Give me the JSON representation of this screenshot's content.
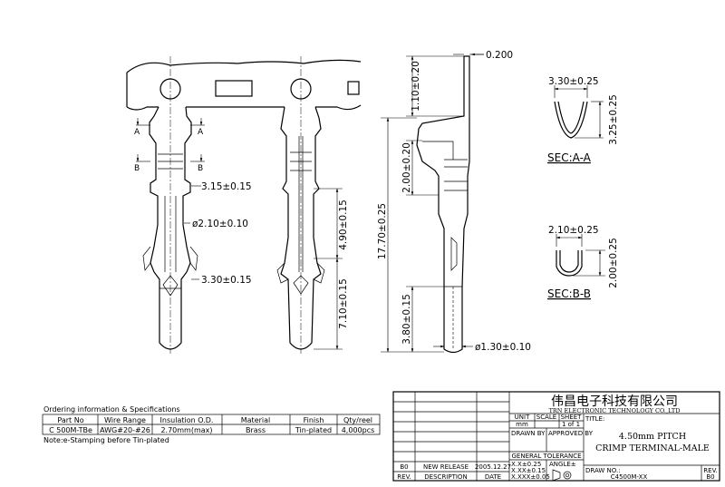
{
  "dimensions": {
    "d_015": "3.15±0.15",
    "d_210": "ø2.10±0.10",
    "d_330": "3.30±0.15",
    "d_490": "4.90±0.15",
    "d_710": "7.10±0.15",
    "d_1770": "17.70±0.25",
    "d_110": "1.10±0.20",
    "d_200": "2.00±0.20",
    "d_380": "3.80±0.15",
    "d_130": "ø1.30±0.10",
    "d_0200": "0.200",
    "sec_aa_w": "3.30±0.25",
    "sec_aa_h": "3.25±0.25",
    "sec_bb_w": "2.10±0.25",
    "sec_bb_h": "2.00±0.25"
  },
  "section_marks": {
    "a": "A",
    "b": "B"
  },
  "sections": {
    "aa": "SEC:A-A",
    "bb": "SEC:B-B"
  },
  "ordering": {
    "title": "Ordering information & Specifications",
    "headers": [
      "Part No",
      "Wire Range",
      "Insulation O.D.",
      "Material",
      "Finish",
      "Qty/reel"
    ],
    "row": [
      "C 500M-TBe",
      "AWG#20-#26",
      "2.70mm(max)",
      "Brass",
      "Tin-plated",
      "4,000pcs"
    ],
    "note": "Note:e-Stamping before Tin-plated"
  },
  "title_block": {
    "company_cn": "伟昌电子科技有限公司",
    "company_en": "TRN ELECTRONIC TECHNOLOGY CO.,LTD",
    "unit": "UNIT",
    "scale": "SCALE",
    "sheet": "SHEET",
    "unit_val": "mm",
    "sheet_val": "1 of 1",
    "title_label": "TITLE:",
    "title_line1": "4.50mm PITCH",
    "title_line2": "CRIMP TERMINAL-MALE",
    "drawn_by": "DRAWN BY",
    "approved_by": "APPROVED BY",
    "general_tolerance": "GENERAL TOLERANCE",
    "tol1": "X.X±0.25",
    "tol2": "X.XX±0.15",
    "tol3": "X.XXX±0.05",
    "angle": "ANGLE±",
    "draw_no_label": "DRAW NO.:",
    "draw_no": "C4500M-XX",
    "rev_label": "REV.",
    "rev_val": "B0",
    "rev_row_rev": "B0",
    "rev_row_desc": "NEW RELEASE",
    "rev_row_date": "2005.12.27",
    "hdr_rev": "REV.",
    "hdr_desc": "DESCRIPTION",
    "hdr_date": "DATE"
  }
}
